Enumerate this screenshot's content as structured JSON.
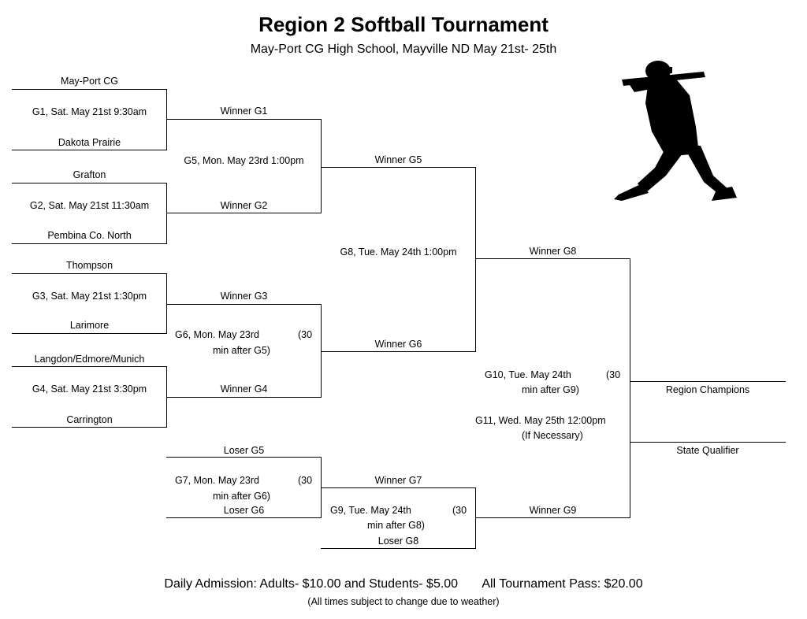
{
  "header": {
    "title": "Region 2 Softball Tournament",
    "subtitle": "May-Port CG High School, Mayville ND May 21st- 25th"
  },
  "round1": {
    "g1": {
      "top": "May-Port CG",
      "info": "G1, Sat. May 21st 9:30am",
      "bottom": "Dakota Prairie"
    },
    "g2": {
      "top": "Grafton",
      "info": "G2, Sat. May 21st 11:30am",
      "bottom": "Pembina Co. North"
    },
    "g3": {
      "top": "Thompson",
      "info": "G3, Sat. May 21st 1:30pm",
      "bottom": "Larimore"
    },
    "g4": {
      "top": "Langdon/Edmore/Munich",
      "info": "G4, Sat. May 21st 3:30pm",
      "bottom": "Carrington"
    }
  },
  "round2": {
    "winner_g1": "Winner G1",
    "winner_g2": "Winner G2",
    "winner_g3": "Winner G3",
    "winner_g4": "Winner G4",
    "g5_info": "G5, Mon. May 23rd 1:00pm",
    "g6_info_line1": "G6, Mon. May 23rd",
    "g6_info_30": "(30",
    "g6_info_line2": "min after G5)"
  },
  "round3": {
    "winner_g5": "Winner G5",
    "winner_g6": "Winner G6",
    "g8_info": "G8, Tue. May 24th 1:00pm"
  },
  "losers": {
    "loser_g5": "Loser G5",
    "loser_g6": "Loser G6",
    "g7_info_line1": "G7, Mon. May 23rd",
    "g7_info_30": "(30",
    "g7_info_line2": "min after G6)",
    "winner_g7": "Winner G7",
    "loser_g8": "Loser G8",
    "g9_info_line1": "G9, Tue. May 24th",
    "g9_info_30": "(30",
    "g9_info_line2": "min after G8)"
  },
  "final": {
    "winner_g8": "Winner G8",
    "winner_g9": "Winner G9",
    "g10_info_line1": "G10, Tue. May 24th",
    "g10_info_30": "(30",
    "g10_info_line2": "min after G9)",
    "g11_info_line1": "G11, Wed. May 25th 12:00pm",
    "g11_info_line2": "(If Necessary)",
    "region_champions": "Region Champions",
    "state_qualifier": "State Qualifier"
  },
  "footer": {
    "admission": "Daily Admission: Adults- $10.00 and Students- $5.00       All Tournament Pass: $20.00",
    "disclaimer": "(All times subject to change due to weather)"
  },
  "icons": {
    "batter": "softball-batter-silhouette-icon"
  }
}
